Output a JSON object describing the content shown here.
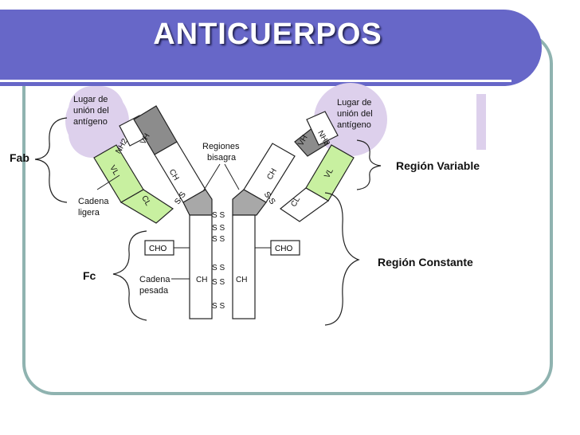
{
  "title": "ANTICUERPOS",
  "labels": {
    "fab": "Fab",
    "fc": "Fc",
    "variable": "Región Variable",
    "constant": "Región Constante"
  },
  "diagram": {
    "binding_site": [
      "Lugar de",
      "unión del",
      "antígeno"
    ],
    "hinge": [
      "Regiones",
      "bisagra"
    ],
    "light_chain": [
      "Cadena",
      "ligera"
    ],
    "heavy_chain": [
      "Cadena",
      "pesada"
    ],
    "cho": "CHO",
    "nh2": "NH2",
    "vh": "VH",
    "vl": "VL",
    "ch": "CH",
    "cl": "CL",
    "ss": "S S",
    "s_s": "S-S"
  },
  "colors": {
    "banner": "#6767c8",
    "frame": "#8fb3b0",
    "binding_site": "#ddd0ec",
    "light_green": "#c8f0a0",
    "variable_gray": "#8c8c8c",
    "hinge_gray": "#a8a8a8"
  }
}
